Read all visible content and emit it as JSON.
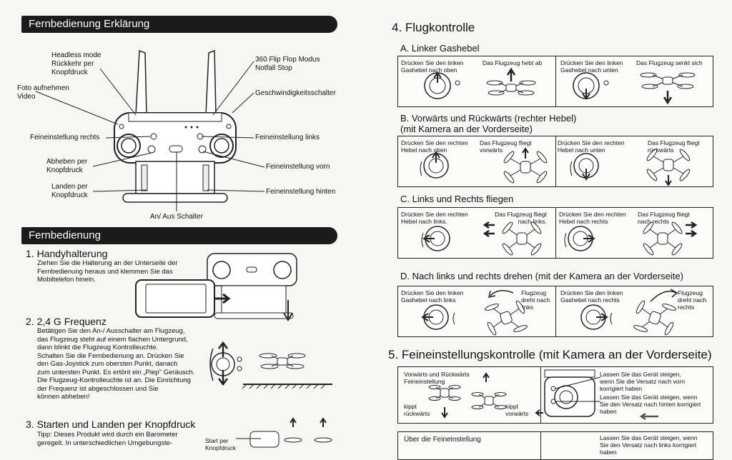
{
  "left": {
    "header1": "Fernbedienung Erklärung",
    "labels": {
      "headless": "Headless mode\nRückkehr per\nKnopfdruck",
      "foto": "Foto aufnehmen\nVideo",
      "flip": "360 Flip Flop Modus\nNotfall Stop",
      "speed": "Geschwindigkeitsschalter",
      "trim_right": "Feineinstellung rechts",
      "trim_left": "Feineinstellung links",
      "takeoff": "Abheben per\nKnopfdruck",
      "trim_front": "Feineinstellung vorn",
      "land": "Landen per\nKnopfdruck",
      "trim_back": "Feineinstellung hinten",
      "power": "An/ Aus Schalter"
    },
    "header2": "Fernbedienung",
    "s1_title": "1. Handyhalterung",
    "s1_text": "Ziehen Sie die Halterung an der Unterseite der\nFernbedienung heraus und klemmen Sie das\nMobiltelefon hinein.",
    "s2_title": "2. 2,4 G Frequenz",
    "s2_text": "Betätigen Sie den An-/ Ausschalter am Flugzeug,\ndas Flugzeug steht auf einem flachen Untergrund,\ndann blinkt die Flugzeug Kontrolleuchte.\nSchalten Sie die Fernbedienung an. Drücken Sie\nden Gas-Joystick zum obersten Punkt, danach\nzum untersten Punkt. Es ertönt ein „Piep\" Geräusch.\nDie Flugzeug-Kontrolleuchte ist an. Die Einrichtung\nder Frequenz ist abgeschlossen und Sie\nkönnen abheben!",
    "s3_title": "3. Starten und Landen per Knopfdruck",
    "s3_text": "Tipp: Dieses Produkt wird durch ein Barometer\ngeregelt. In unterschiedlichen Umgebungste-",
    "s3_label": "Start per\nKnopfdruck"
  },
  "right": {
    "s4_title": "4. Flugkontrolle",
    "A_title": "A. Linker Gashebel",
    "A_cells": [
      "Drücken Sie den linken\nGashebel nach oben",
      "Das Flugzeug hebt ab",
      "Drücken Sie den linken\nGashebel nach unten",
      "Das Flugzeug senkt sich"
    ],
    "B_title": "B. Vorwärts und Rückwärts (rechter Hebel)\n(mit Kamera an der Vorderseite)",
    "B_cells": [
      "Drücken Sie den rechten\nHebel nach oben",
      "Das Flugzeug fliegt\nvorwärts",
      "Drücken Sie den rechten\nHebel nach unten",
      "Das Flugzeug fliegt\nrückwärts"
    ],
    "C_title": "C. Links und Rechts fliegen",
    "C_cells": [
      "Drücken Sie den rechten\nHebel nach links.",
      "Das Flugzeug fliegt\nnach links.",
      "Drücken Sie den rechten\nHebel nach rechts",
      "Das Flugzeug fliegt\nnach rechts"
    ],
    "D_title": "D. Nach links und rechts drehen (mit der Kamera an der Vorderseite)",
    "D_cells": [
      "Drücken Sie den linken\nGashebel nach links",
      "Flugzeug\ndreht nach\nlinks",
      "Drücken Sie den linken\nGashebel nach rechts",
      "Flugzeug\ndreht nach\nrechts"
    ],
    "s5_title": "5. Feineinstellungskontrolle (mit Kamera an der Vorderseite)",
    "T_cell1_top": "Vorwärts und Rückwärts\nFeineinstellung",
    "T_cell1_left": "kippt\nrückwärts",
    "T_cell1_right": "kippt\nvorwärts",
    "T_cell2_a": "Lassen Sie das Gerät steigen,\nwenn Sie die Versatz nach vorn\nkorrigiert haben",
    "T_cell2_b": "Lassen Sie das Gerät steigen, wenn\nSie den Versatz nach hinten korrigiert\nhaben",
    "U_cell1": "Über die Feineinstellung",
    "U_cell2": "Lassen Sie das Gerät steigen, wenn\nSie den Versatz nach links korrigiert\nhaben"
  }
}
